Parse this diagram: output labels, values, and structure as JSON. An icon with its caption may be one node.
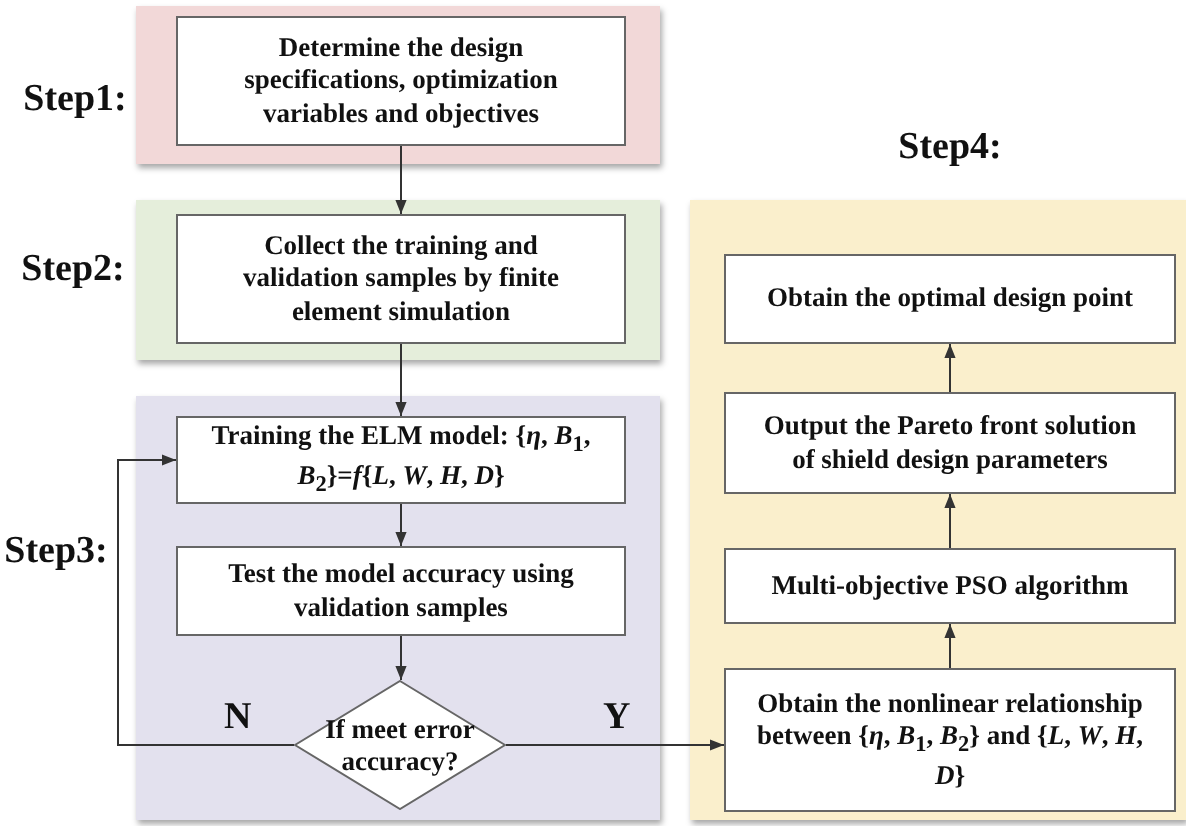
{
  "diagram": {
    "nodes": [
      {
        "text": [
          "Step1:"
        ]
      },
      {
        "text": [
          "Determine the design specifications, optimization variables and objectives"
        ],
        "in": 0
      },
      {
        "text": [
          "Step2:"
        ]
      },
      {
        "text": [
          "Collect the training and validation samples by finite element simulation"
        ],
        "in": 2
      },
      {
        "text": [
          "Step3:"
        ]
      },
      {
        "text": [
          "Training the ELM model:  {*η*, *B*$_{1}$, *B*$_{2}$}=*f*{*L*, *W*, *H*, *D*}"
        ],
        "in": 4
      },
      {
        "text": [
          "Test the model accuracy using validation samples"
        ],
        "in": 4
      },
      {
        "text": [
          "If meet error accuracy?"
        ],
        "in": 4
      },
      {
        "text": [
          "Step4:"
        ]
      },
      {
        "text": [
          "Obtain the optimal design point"
        ],
        "in": 8
      },
      {
        "text": [
          "Output the Pareto front solution of shield design parameters"
        ],
        "in": 8
      },
      {
        "text": [
          "Multi-objective PSO algorithm"
        ],
        "in": 8
      },
      {
        "text": [
          "Obtain the nonlinear relationship between {*η*, *B*$_{1}$, *B*$_{2}$} and {*L*, *W*, *H*, *D*}"
        ],
        "in": 8
      }
    ],
    "edges": [
      {
        "from": 1,
        "to": 3,
        "arrow": "to"
      },
      {
        "from": 3,
        "to": 5,
        "arrow": "to"
      },
      {
        "from": 5,
        "to": 6,
        "arrow": "to"
      },
      {
        "from": 6,
        "to": 7,
        "arrow": "to"
      },
      {
        "from": 7,
        "to": 5,
        "arrow": "to",
        "label": "N"
      },
      {
        "from": 7,
        "to": 12,
        "arrow": "to",
        "label": "Y"
      },
      {
        "from": 12,
        "to": 11,
        "arrow": "to"
      },
      {
        "from": 11,
        "to": 10,
        "arrow": "to"
      },
      {
        "from": 10,
        "to": 9,
        "arrow": "to"
      }
    ]
  }
}
